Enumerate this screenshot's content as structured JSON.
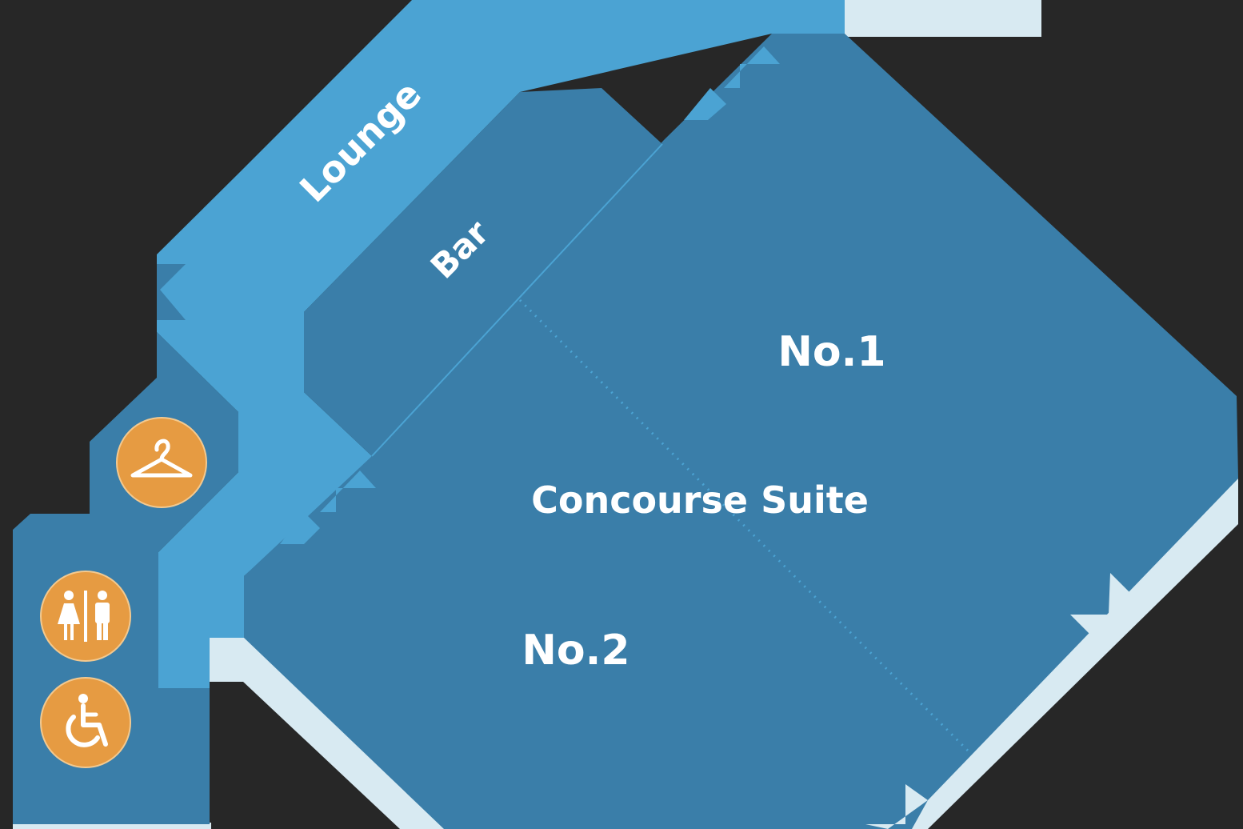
{
  "map": {
    "rooms": {
      "lounge": "Lounge",
      "bar": "Bar",
      "suite": "Concourse Suite",
      "no1": "No.1",
      "no2": "No.2"
    },
    "amenities": [
      {
        "name": "cloakroom",
        "icon": "coat-hanger-icon"
      },
      {
        "name": "toilets",
        "icon": "toilets-icon"
      },
      {
        "name": "accessible",
        "icon": "wheelchair-icon"
      }
    ],
    "colors": {
      "background": "#272727",
      "corridor": "#4ba3d3",
      "room": "#3a7ea9",
      "terrace": "#d8eaf2",
      "amenity": "#e69b42",
      "label": "#ffffff"
    }
  }
}
